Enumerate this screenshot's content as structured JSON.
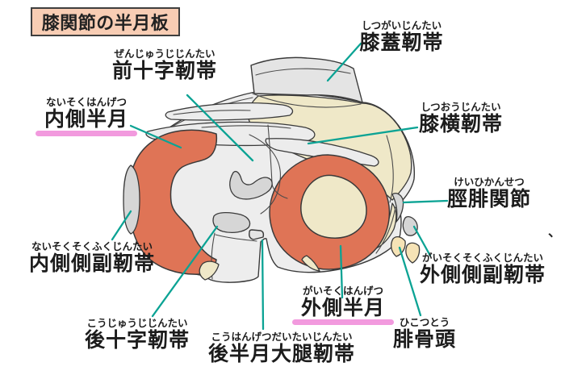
{
  "title": {
    "text": "膝関節の半月板"
  },
  "labels": {
    "acl": {
      "furigana": "ぜんじゅうじじんたい",
      "text": "前十字靭帯"
    },
    "patellar": {
      "furigana": "しつがいじんたい",
      "text": "膝蓋靭帯"
    },
    "medial_meniscus": {
      "furigana": "ないそくはんげつ",
      "text": "内側半月",
      "underlined": true
    },
    "transverse": {
      "furigana": "しつおうじんたい",
      "text": "膝横靭帯"
    },
    "tibiofibular": {
      "furigana": "けいひかんせつ",
      "text": "脛腓関節"
    },
    "lcl": {
      "furigana": "がいそくそくふくじんたい",
      "text": "外側側副靭帯"
    },
    "mcl": {
      "furigana": "ないそくそくふくじんたい",
      "text": "内側側副靭帯"
    },
    "pcl": {
      "furigana": "こうじゅうじじんたい",
      "text": "後十字靭帯"
    },
    "post_meniscofemoral": {
      "furigana": "こうはんげつだいたいじんたい",
      "text": "後半月大腿靭帯"
    },
    "lateral_meniscus": {
      "furigana": "がいそくはんげつ",
      "text": "外側半月",
      "underlined": true
    },
    "fibular_head": {
      "furigana": "ひこつとう",
      "text": "腓骨頭"
    }
  },
  "stray_mark": "、",
  "colors": {
    "background": "#ffffff",
    "pointer_line": "#0ba394",
    "underline_pink": "#f29ade",
    "meniscus_orange": "#df7456",
    "title_box_bg": "#f8cdb4",
    "title_box_border": "#3f3f3f",
    "bone_light": "#ededed",
    "bone_shadow": "#d6d6d6",
    "ligament_cream": "#efe8c8",
    "fibula_cream": "#f6e3b6",
    "outline": "#3a3a3a",
    "text": "#1c1c1c"
  }
}
